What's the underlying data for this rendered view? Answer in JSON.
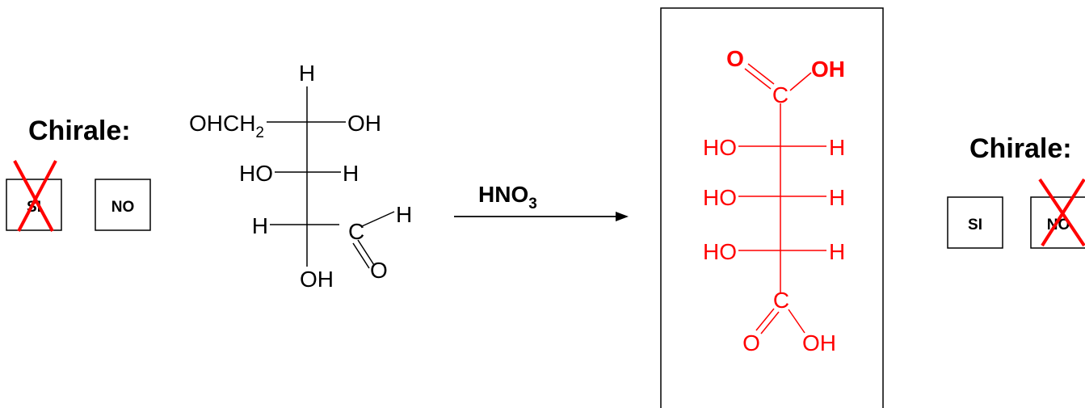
{
  "colors": {
    "ink": "#000000",
    "product": "#ff0000"
  },
  "left_panel": {
    "chirale_label": "Chirale:",
    "option_si": "SI",
    "option_no": "NO",
    "crossed_option": "SI"
  },
  "right_panel": {
    "chirale_label": "Chirale:",
    "option_si": "SI",
    "option_no": "NO",
    "crossed_option": "NO"
  },
  "reagent": {
    "main": "HNO",
    "subscript": "3"
  },
  "reactant": {
    "top_h": "H",
    "c1_left": "OHCH",
    "c1_left_sub": "2",
    "c1_right": "OH",
    "c2_left": "HO",
    "c2_right": "H",
    "c3_left": "H",
    "c3_bottom": "OH",
    "aldehyde_c": "C",
    "aldehyde_h": "H",
    "aldehyde_o": "O"
  },
  "product": {
    "top_o": "O",
    "top_oh": "OH",
    "top_c": "C",
    "r1_left": "HO",
    "r1_right": "H",
    "r2_left": "HO",
    "r2_right": "H",
    "r3_left": "HO",
    "r3_right": "H",
    "bottom_c": "C",
    "bottom_o": "O",
    "bottom_oh": "OH"
  }
}
